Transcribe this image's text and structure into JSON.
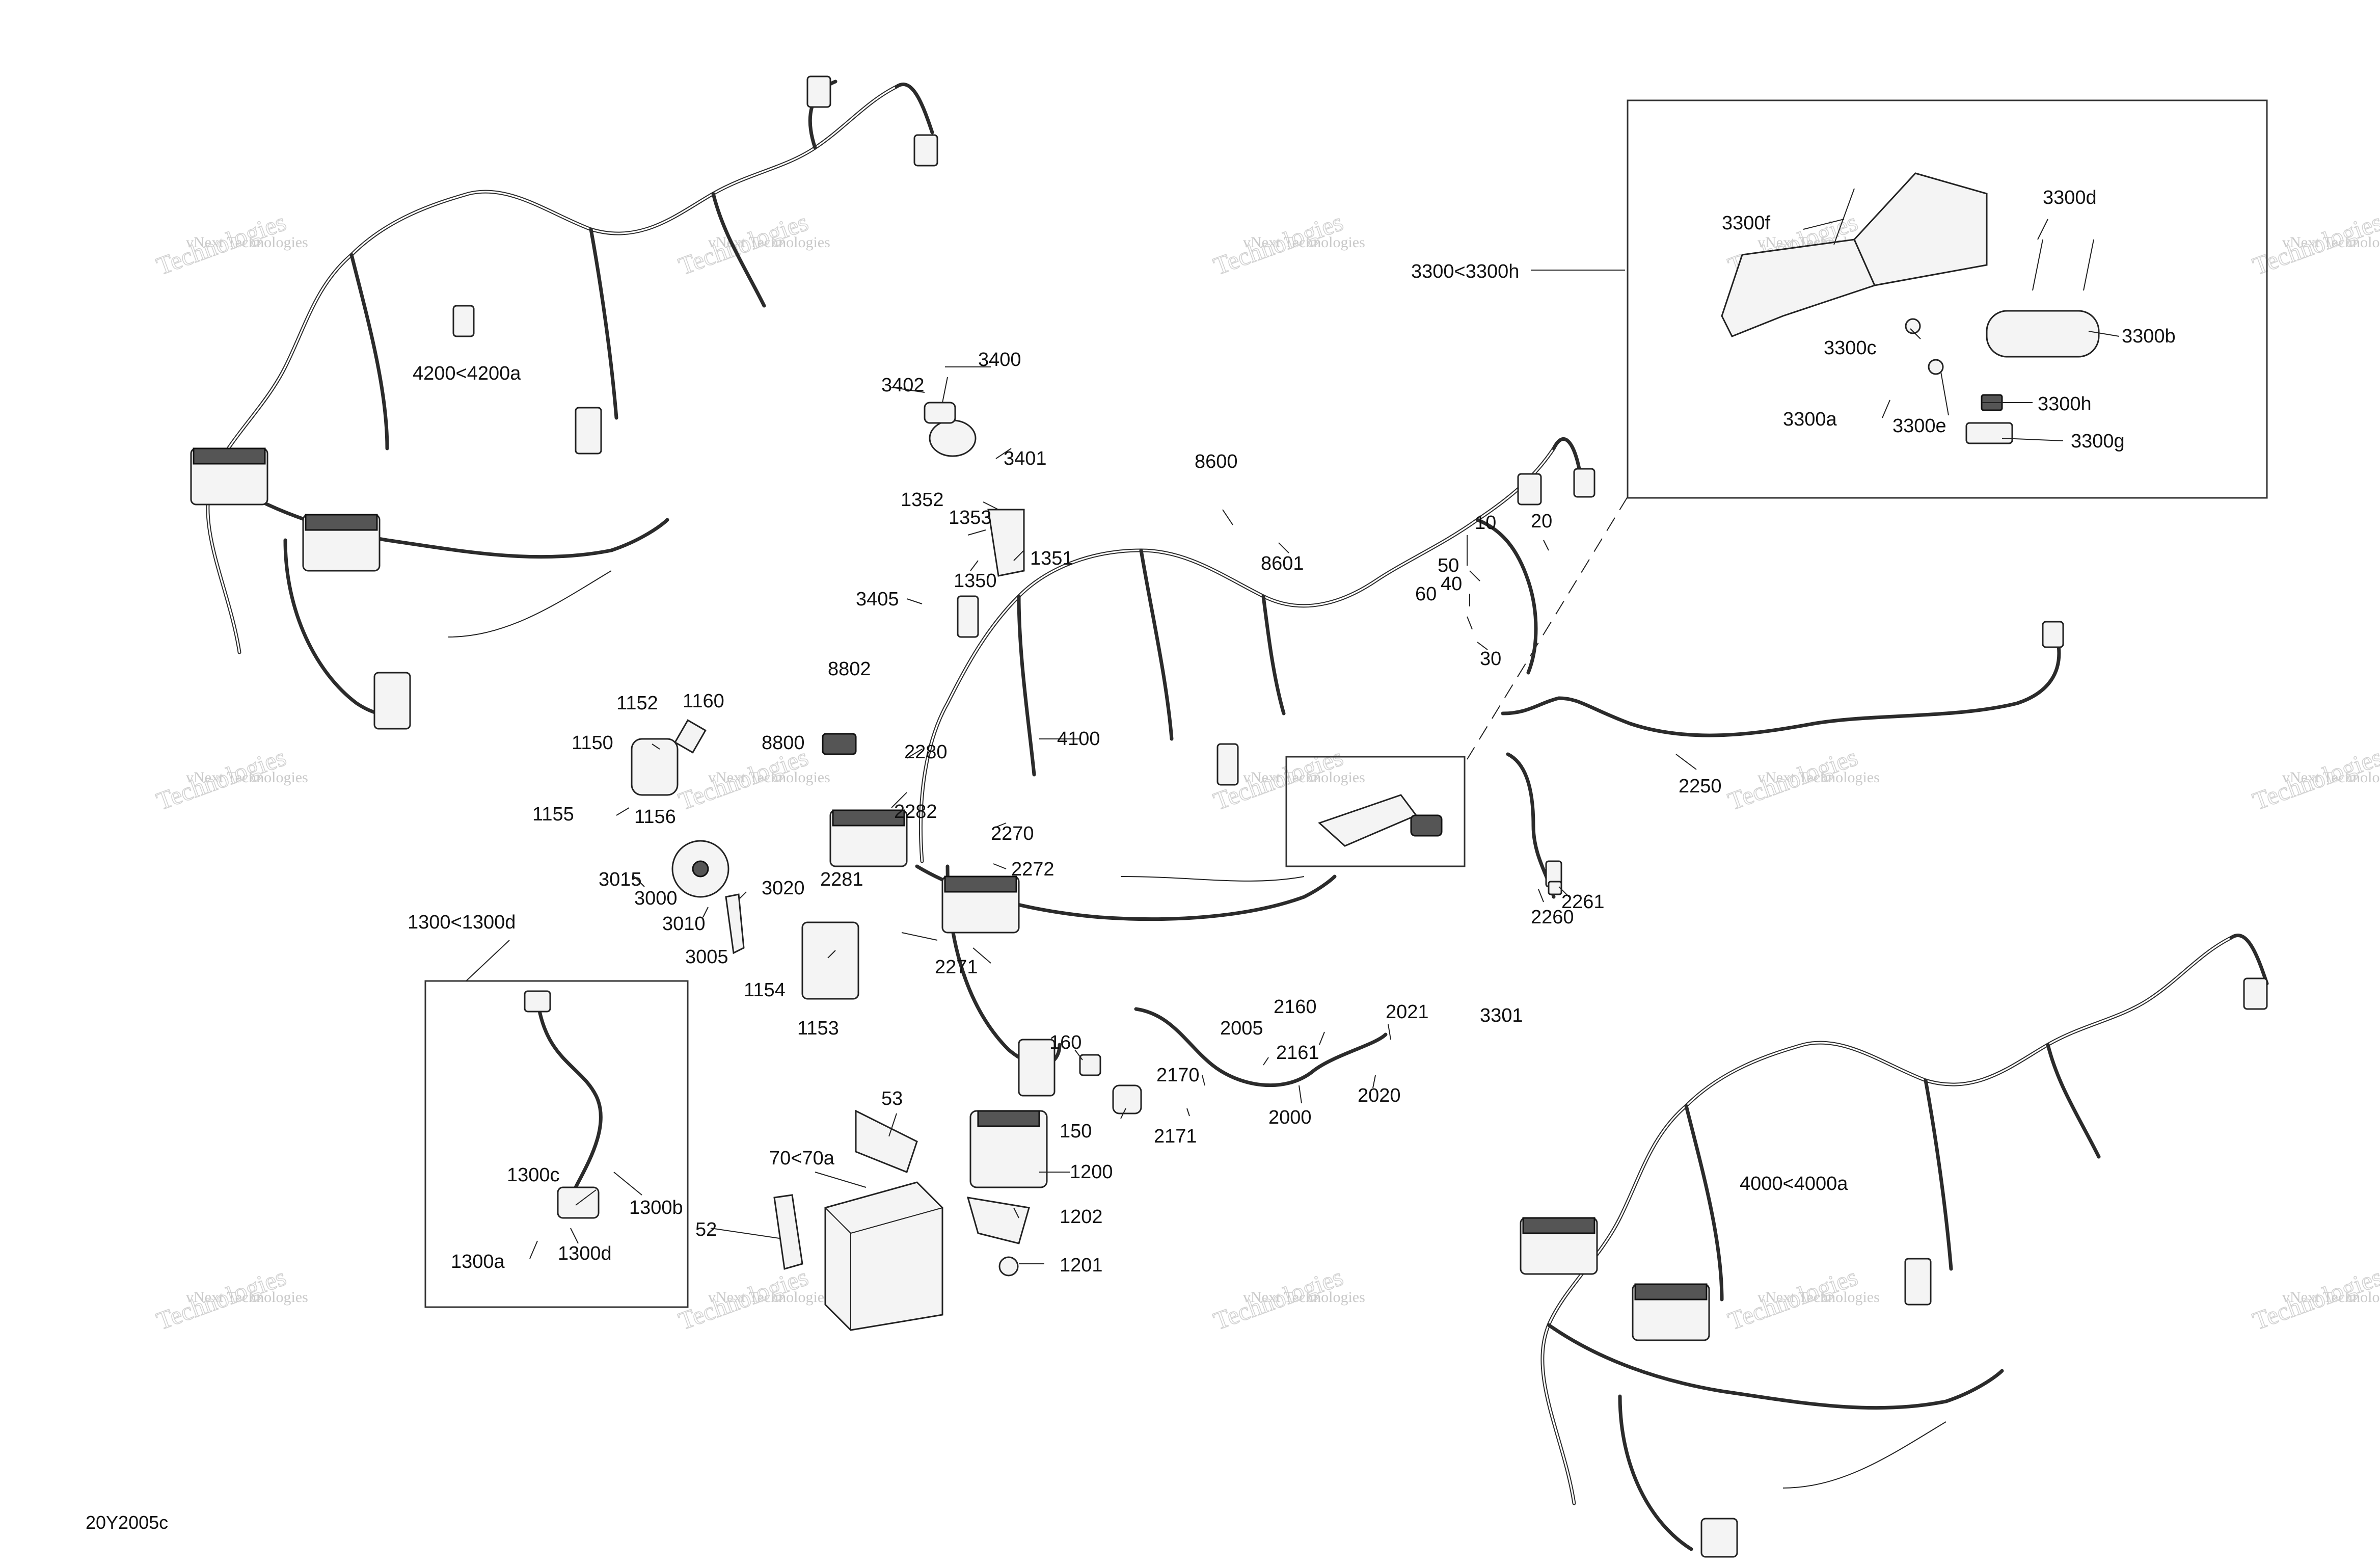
{
  "diagram_code": "20Y2005c",
  "watermark": {
    "line1": "vNext Technologies",
    "line2": "Technologies"
  },
  "labels": {
    "l10": "10",
    "l20": "20",
    "l30": "30",
    "l40": "40",
    "l50": "50",
    "l52": "52",
    "l53": "53",
    "l60": "60",
    "l70": "70<70a",
    "l150": "150",
    "l160": "160",
    "l1150": "1150",
    "l1152": "1152",
    "l1153": "1153",
    "l1154": "1154",
    "l1155": "1155",
    "l1156": "1156",
    "l1160": "1160",
    "l1200": "1200",
    "l1201": "1201",
    "l1202": "1202",
    "l1300": "1300<1300d",
    "l1300a": "1300a",
    "l1300b": "1300b",
    "l1300c": "1300c",
    "l1300d": "1300d",
    "l1350": "1350",
    "l1351": "1351",
    "l1352": "1352",
    "l1353": "1353",
    "l2000": "2000",
    "l2005": "2005",
    "l2020": "2020",
    "l2021": "2021",
    "l2160": "2160",
    "l2161": "2161",
    "l2170": "2170",
    "l2171": "2171",
    "l2250": "2250",
    "l2260": "2260",
    "l2261": "2261",
    "l2270": "2270",
    "l2271": "2271",
    "l2272": "2272",
    "l2280": "2280",
    "l2281": "2281",
    "l2282": "2282",
    "l3000": "3000",
    "l3005": "3005",
    "l3010": "3010",
    "l3015": "3015",
    "l3020": "3020",
    "l3300": "3300<3300h",
    "l3300a": "3300a",
    "l3300b": "3300b",
    "l3300c": "3300c",
    "l3300d": "3300d",
    "l3300e": "3300e",
    "l3300f": "3300f",
    "l3300g": "3300g",
    "l3300h": "3300h",
    "l3301": "3301",
    "l3400": "3400",
    "l3401": "3401",
    "l3402": "3402",
    "l3405": "3405",
    "l4000": "4000<4000a",
    "l4100": "4100",
    "l4200": "4200<4200a",
    "l8600": "8600",
    "l8601": "8601",
    "l8800": "8800",
    "l8802": "8802"
  }
}
